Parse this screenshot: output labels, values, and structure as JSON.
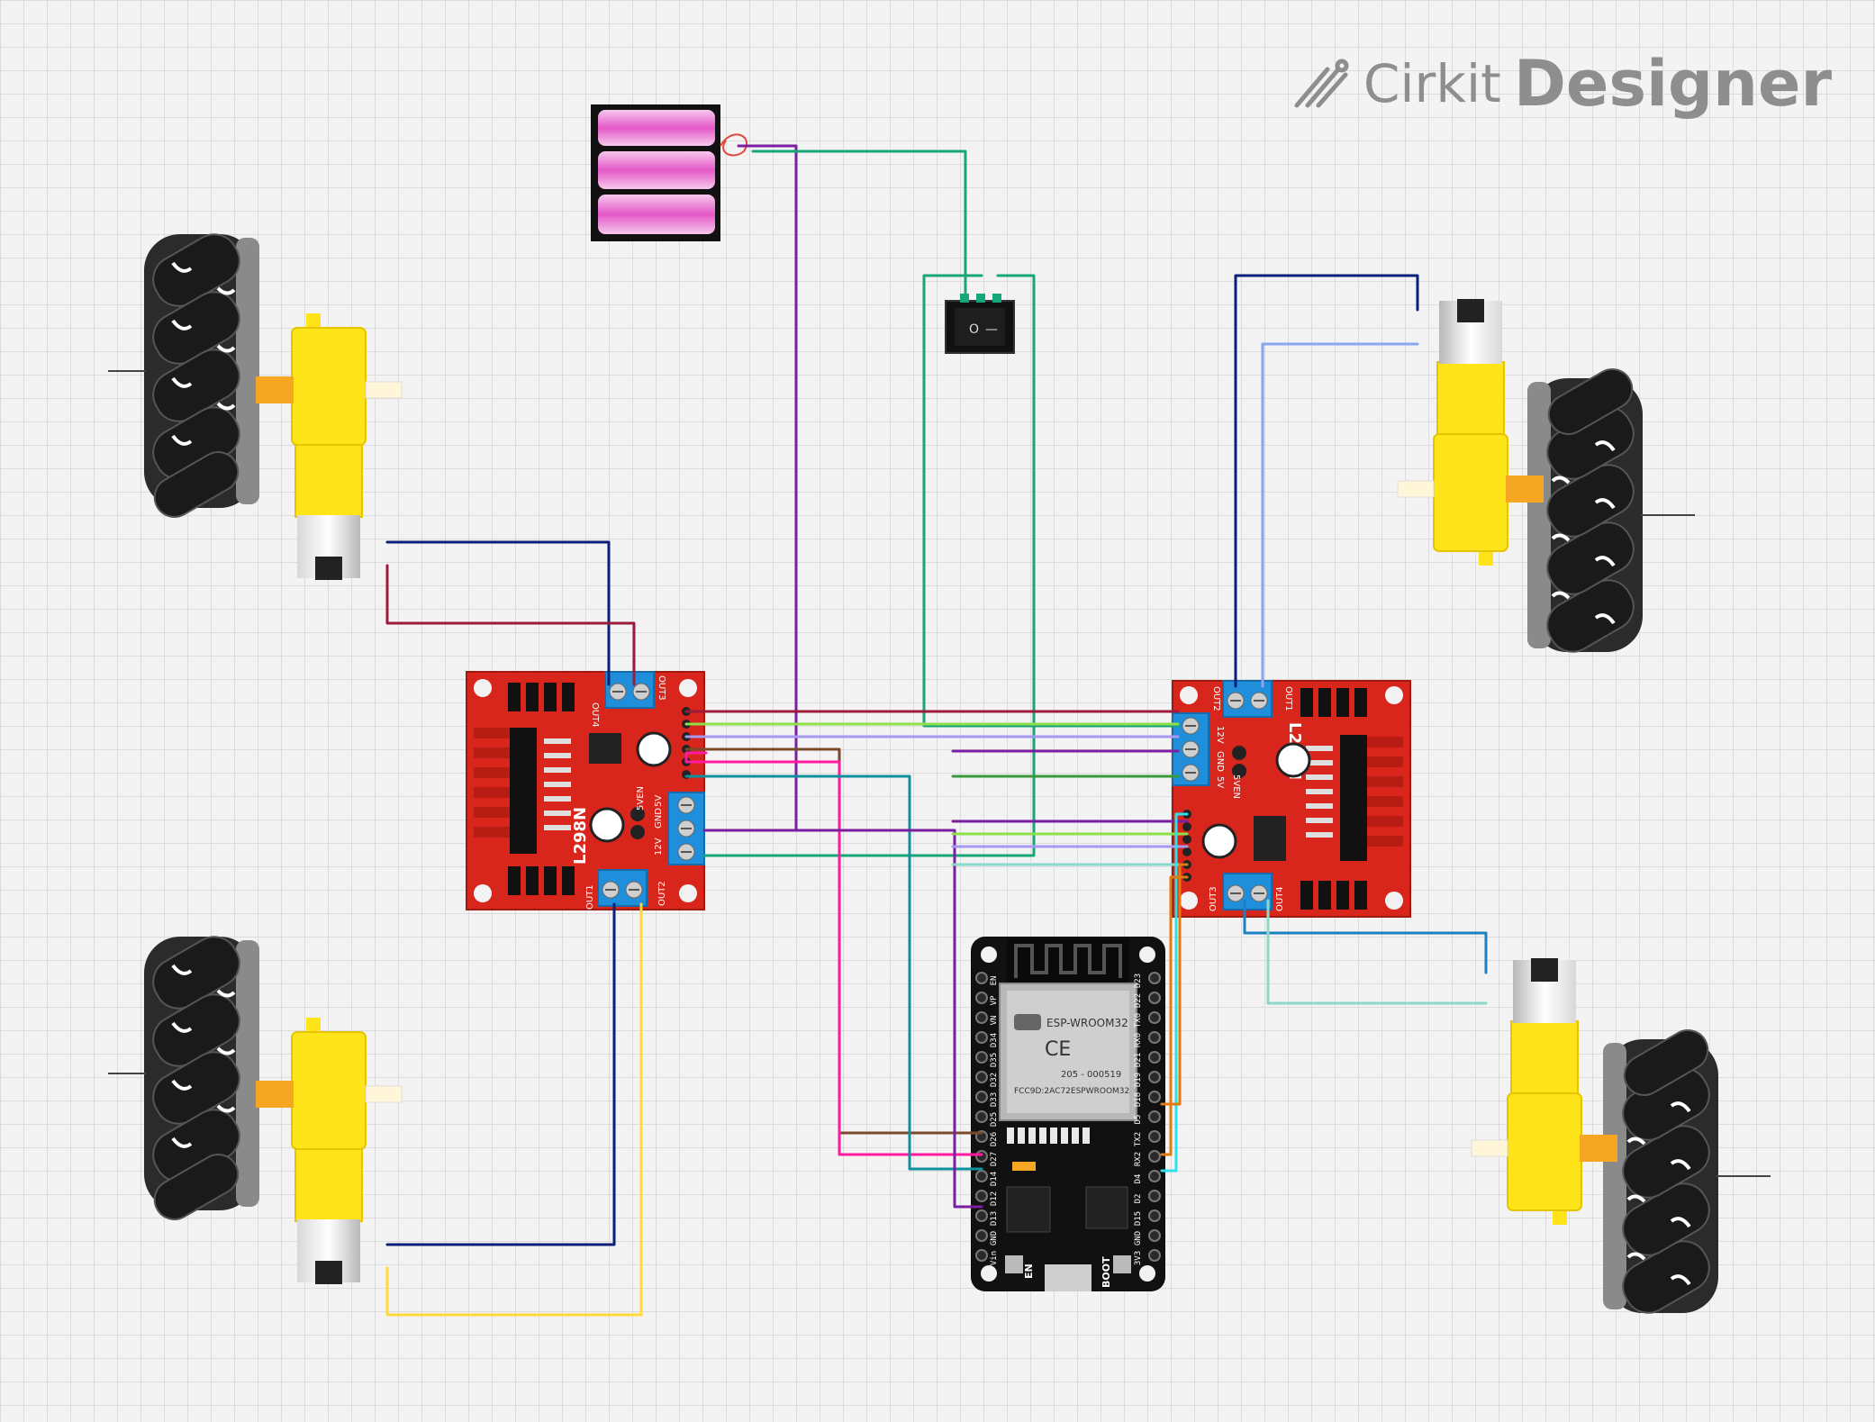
{
  "brand": {
    "cirkit": "Cirkit",
    "designer": "Designer"
  },
  "driver_left": {
    "chip": "L298N",
    "out1": "OUT1",
    "out2": "OUT2",
    "out3": "OUT3",
    "out4": "OUT4",
    "v12": "12V",
    "gnd": "GND",
    "v5": "5V",
    "en5v": "5VEN"
  },
  "driver_right": {
    "chip": "L298N",
    "out1": "OUT1",
    "out2": "OUT2",
    "out3": "OUT3",
    "out4": "OUT4",
    "v12": "12V",
    "gnd": "GND",
    "v5": "5V",
    "en5v": "5VEN"
  },
  "esp32": {
    "module": "ESP-WROOM32",
    "fcc": "FCC9D:2AC72ESPWROOM32",
    "cert": "205 - 000519",
    "ce": "CE",
    "boot": "BOOT",
    "en": "EN",
    "left_pins": [
      "EN",
      "VP",
      "VN",
      "D34",
      "D35",
      "D32",
      "D33",
      "D25",
      "D26",
      "D27",
      "D14",
      "D12",
      "D13",
      "GND",
      "Vin"
    ],
    "right_pins": [
      "D23",
      "D22",
      "TX0",
      "RX0",
      "D21",
      "D19",
      "D18",
      "D5",
      "TX2",
      "RX2",
      "D4",
      "D2",
      "D15",
      "GND",
      "3V3"
    ]
  },
  "switch": {
    "on": "O",
    "off": "—"
  },
  "colors": {
    "navy": "#0b1f7a",
    "maroon": "#9b1b3a",
    "yellow": "#ffd83a",
    "purple": "#7b1fa2",
    "green": "#17a57a",
    "brown": "#7b4a2e",
    "pink": "#ff1aa0",
    "lime": "#8ee04a",
    "lavender": "#a898f0",
    "teal": "#108f9c",
    "orange": "#e07b10",
    "cyan": "#30e0e8",
    "mint": "#8ad8c8",
    "lightblue": "#8aa4f0",
    "blue": "#1c7fc0",
    "darkgreen": "#3a9a3a",
    "board_red": "#d9261c",
    "esp_black": "#111111"
  }
}
